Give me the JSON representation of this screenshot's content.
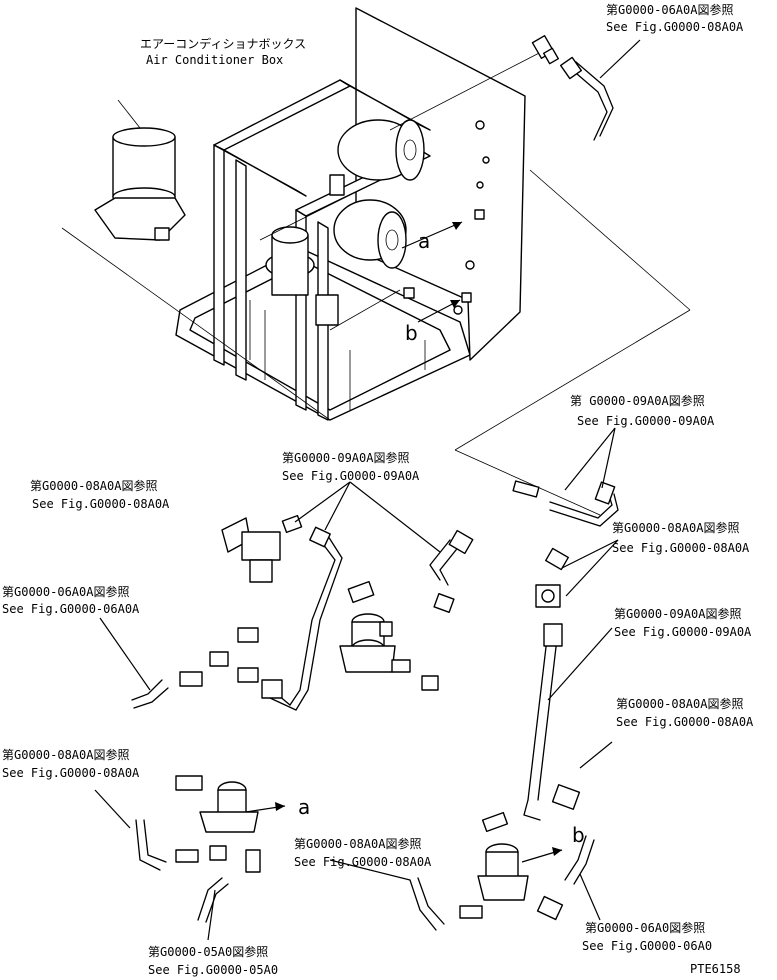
{
  "labels": {
    "ac_box_jp": "エアーコンディショナボックス",
    "ac_box_en": "Air Conditioner Box",
    "ref_top_jp": "第G0000-06A0A図参照",
    "ref_top_en": "See Fig.G0000-08A0A",
    "ref_right1_jp": "第 G0000-09A0A図参照",
    "ref_right1_en": "See Fig.G0000-09A0A",
    "ref_center_jp": "第G0000-09A0A図参照",
    "ref_center_en": "See Fig.G0000-09A0A",
    "ref_left1_jp": "第G0000-08A0A図参照",
    "ref_left1_en": "See Fig.G0000-08A0A",
    "ref_right2_jp": "第G0000-08A0A図参照",
    "ref_right2_en": "See Fig.G0000-08A0A",
    "ref_left2_jp": "第G0000-06A0A図参照",
    "ref_left2_en": "See Fig.G0000-06A0A",
    "ref_right3_jp": "第G0000-09A0A図参照",
    "ref_right3_en": "See Fig.G0000-09A0A",
    "ref_right4_jp": "第G0000-08A0A図参照",
    "ref_right4_en": "See Fig.G0000-08A0A",
    "ref_left3_jp": "第G0000-08A0A図参照",
    "ref_left3_en": "See Fig.G0000-08A0A",
    "ref_bcenter_jp": "第G0000-08A0A図参照",
    "ref_bcenter_en": "See Fig.G0000-08A0A",
    "ref_bright_jp": "第G0000-06A0図参照",
    "ref_bright_en": "See Fig.G0000-06A0",
    "ref_bleft_jp": "第G0000-05A0図参照",
    "ref_bleft_en": "See Fig.G0000-05A0",
    "letter_a": "a",
    "letter_b": "b",
    "drawing_code": "PTE6158"
  }
}
